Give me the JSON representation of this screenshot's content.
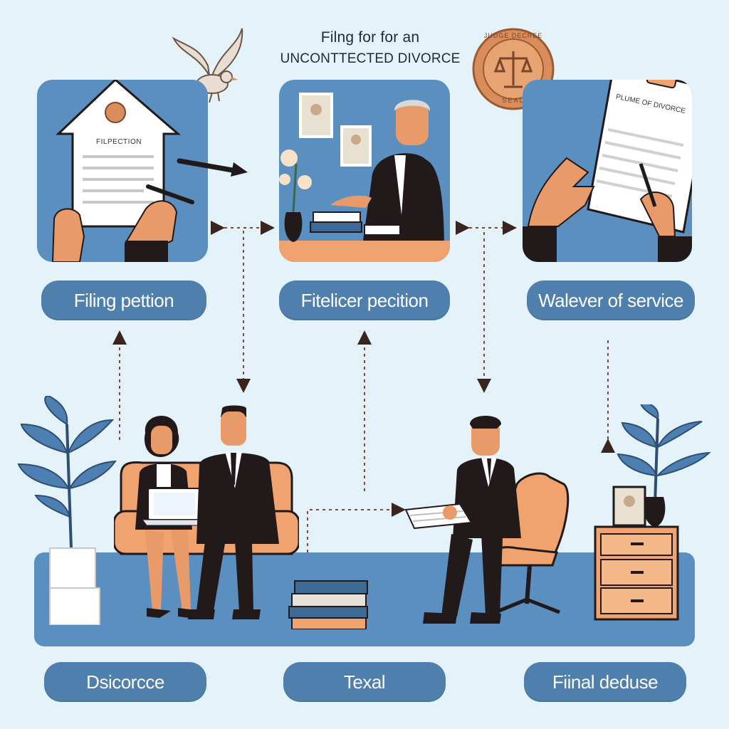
{
  "title": {
    "line1": "Filng for for an",
    "line2": "UNCONTTECTED DIVORCE"
  },
  "documents": {
    "house_doc": "FILPECTION",
    "clipboard_doc": "PLUME OF DIVORCE"
  },
  "seal_text": {
    "top": "JUDGE DECREE",
    "bottom": "SEAL"
  },
  "steps_top": [
    {
      "label": "Filing pettion"
    },
    {
      "label": "Fitelicer pecition"
    },
    {
      "label": "Walever of service"
    }
  ],
  "steps_bottom": [
    {
      "label": "Dsicorcce"
    },
    {
      "label": "Texal"
    },
    {
      "label": "Fiinal deduse"
    }
  ],
  "colors": {
    "background": "#e4f2fa",
    "panel": "#5b8fbf",
    "pill": "#4f7fac",
    "suit": "#22191a",
    "skin": "#e89a68",
    "accent": "#f0a36e",
    "plant": "#4d7fb3"
  },
  "icons": [
    "dove-icon",
    "seal-icon",
    "scales-icon",
    "pen-icon",
    "arrow-icon",
    "plant-icon",
    "clipboard-icon",
    "laptop-icon",
    "book-stack-icon",
    "picture-frame-icon",
    "vase-flower-icon"
  ]
}
